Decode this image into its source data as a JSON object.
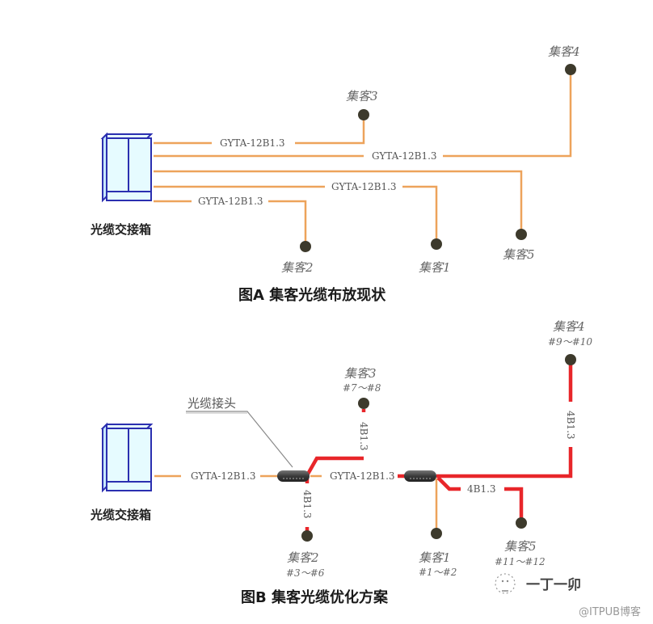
{
  "diagram_a": {
    "title": "图A 集客光缆布放现状",
    "cabinet_label": "光缆交接箱",
    "cables": [
      {
        "label": "GYTA-12B1.3",
        "to": "集客3"
      },
      {
        "label": "GYTA-12B1.3",
        "to": "集客4"
      },
      {
        "label": "",
        "to": "集客5"
      },
      {
        "label": "GYTA-12B1.3",
        "to": "集客1"
      },
      {
        "label": "GYTA-12B1.3",
        "to": "集客2"
      }
    ],
    "nodes": {
      "n1": "集客1",
      "n2": "集客2",
      "n3": "集客3",
      "n4": "集客4",
      "n5": "集客5"
    }
  },
  "diagram_b": {
    "title": "图B 集客光缆优化方案",
    "cabinet_label": "光缆交接箱",
    "splice_callout": "光缆接头",
    "trunk_labels": [
      "GYTA-12B1.3",
      "GYTA-12B1.3"
    ],
    "branch_labels": {
      "to_n3": "4B1.3",
      "to_n2": "4B1.3",
      "to_n4": "4B1.3",
      "to_n5": "4B1.3"
    },
    "nodes": {
      "n1": {
        "name": "集客1",
        "fibers": "#1～#2"
      },
      "n2": {
        "name": "集客2",
        "fibers": "#3～#6"
      },
      "n3": {
        "name": "集客3",
        "fibers": "#7～#8"
      },
      "n4": {
        "name": "集客4",
        "fibers": "#9～#10"
      },
      "n5": {
        "name": "集客5",
        "fibers": "#11～#12"
      }
    }
  },
  "watermark": {
    "account": "一丁一卯",
    "source": "@ITPUB博客"
  },
  "colors": {
    "existing_cable": "#eda35b",
    "new_cable": "#e8262a",
    "node": "#3d3a2c",
    "cabinet_stroke": "#2b2fb0",
    "cabinet_fill": "#e6fbff"
  }
}
